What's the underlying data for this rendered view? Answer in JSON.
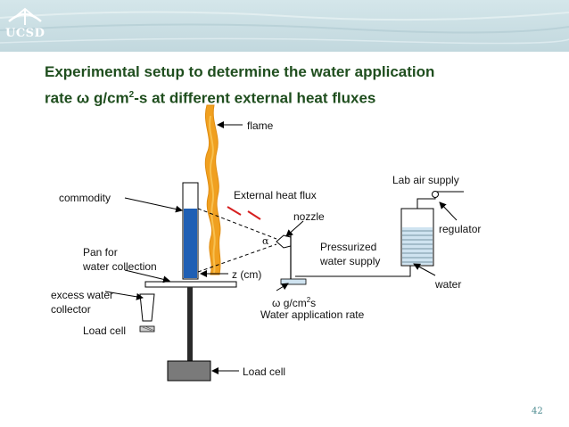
{
  "banner": {
    "logo_text": "UCSD"
  },
  "slide": {
    "title_line1": "Experimental setup to determine the water application",
    "title_line2_pre": "rate ω g/cm",
    "title_line2_sup": "2",
    "title_line2_post": "-s at different external heat fluxes",
    "page_number": "42"
  },
  "labels": {
    "flame": "flame",
    "commodity": "commodity",
    "external_heat_flux": "External heat flux",
    "nozzle": "nozzle",
    "alpha": "α",
    "lab_air_supply": "Lab air supply",
    "regulator": "regulator",
    "pressurized_1": "Pressurized",
    "pressurized_2": "water supply",
    "water": "water",
    "pan_for_1": "Pan for",
    "pan_for_2": "water collection",
    "z_cm": "z (cm)",
    "excess_1": "excess water",
    "excess_2": "collector",
    "load_cell_small": "Load cell",
    "omega_pre": "ω g/cm",
    "omega_sup": "2",
    "omega_post": "s",
    "water_application_rate": "Water application rate",
    "load_cell_bottom": "Load cell"
  },
  "colors": {
    "flame": "#f0a020",
    "commodity_fill": "#1f5fb4",
    "water_fill": "#cfe3f0",
    "heat_arrow": "#d62020",
    "title": "#1f4e1e"
  }
}
